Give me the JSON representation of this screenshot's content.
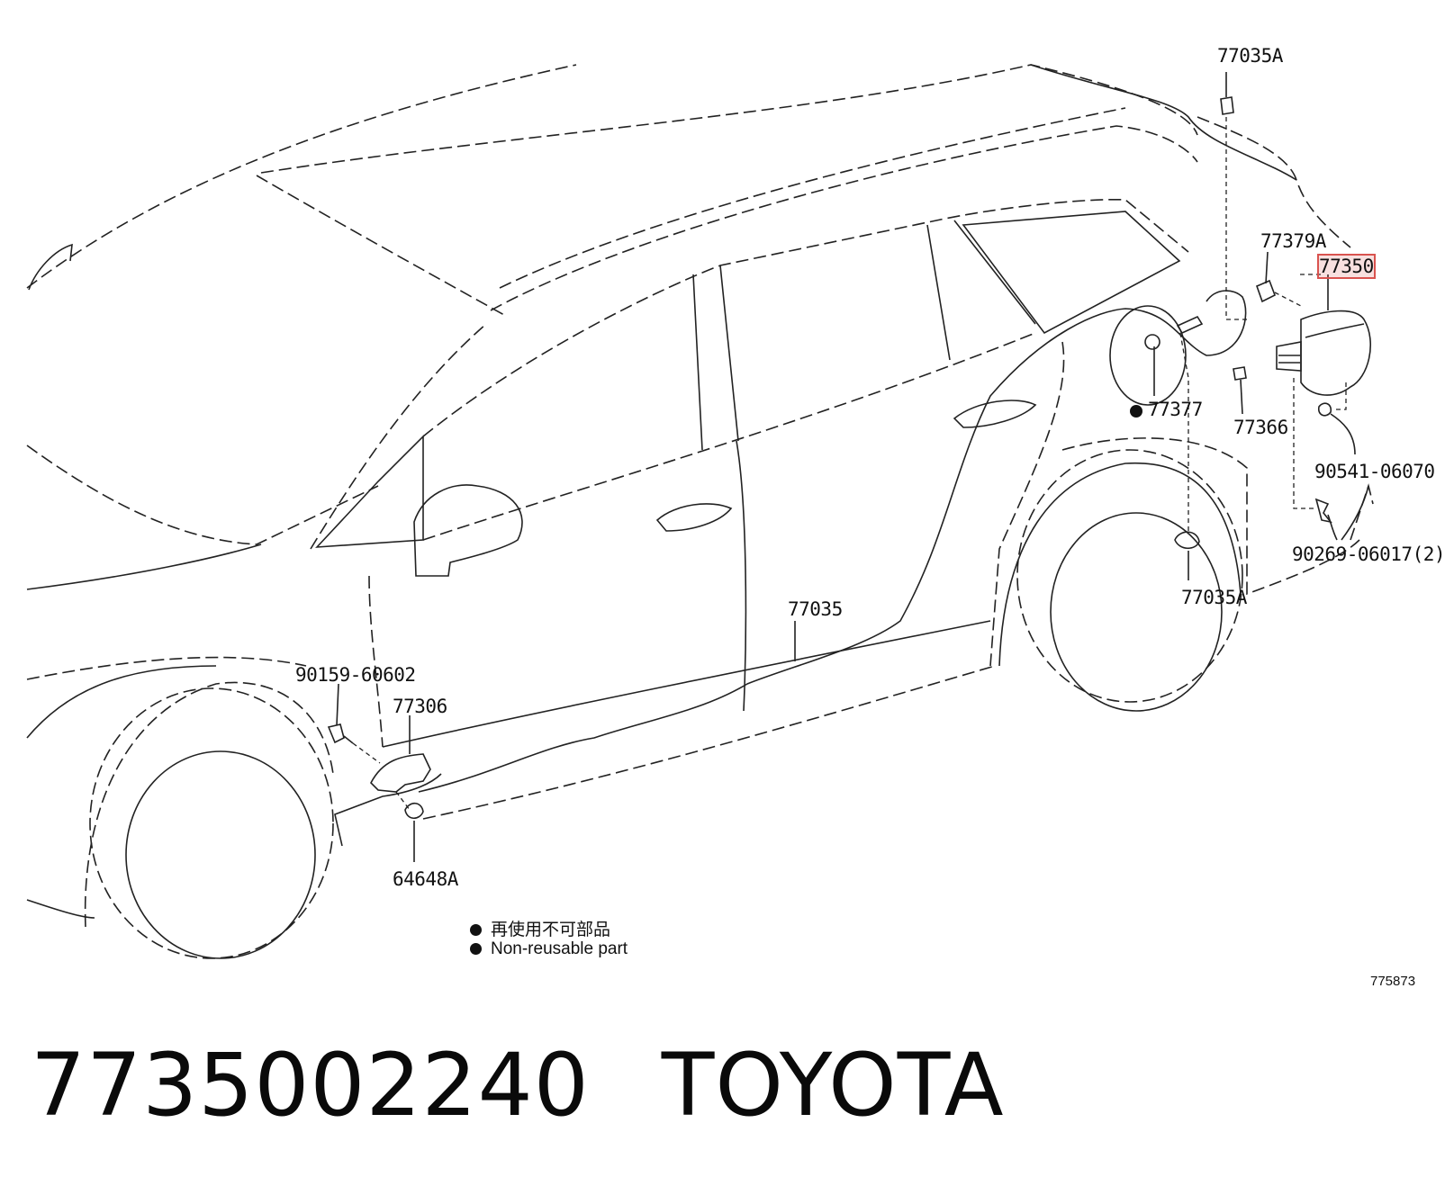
{
  "callouts": {
    "c77035A_top": "77035A",
    "c77379A": "77379A",
    "c77350": "77350",
    "c77377": "77377",
    "c77366": "77366",
    "c90541": "90541-06070",
    "c90269": "90269-06017(2)",
    "c77035A_low": "77035A",
    "c77035": "77035",
    "c90159": "90159-60602",
    "c77306": "77306",
    "c64648A": "64648A"
  },
  "highlighted_part": "77350",
  "highlight_color": "#d9534f",
  "legend": {
    "line_jp": "再使用不可部品",
    "line_en": "Non-reusable part"
  },
  "diagram_code": "775873",
  "footer": {
    "part_number": "7735002240",
    "brand": "TOYOTA"
  }
}
